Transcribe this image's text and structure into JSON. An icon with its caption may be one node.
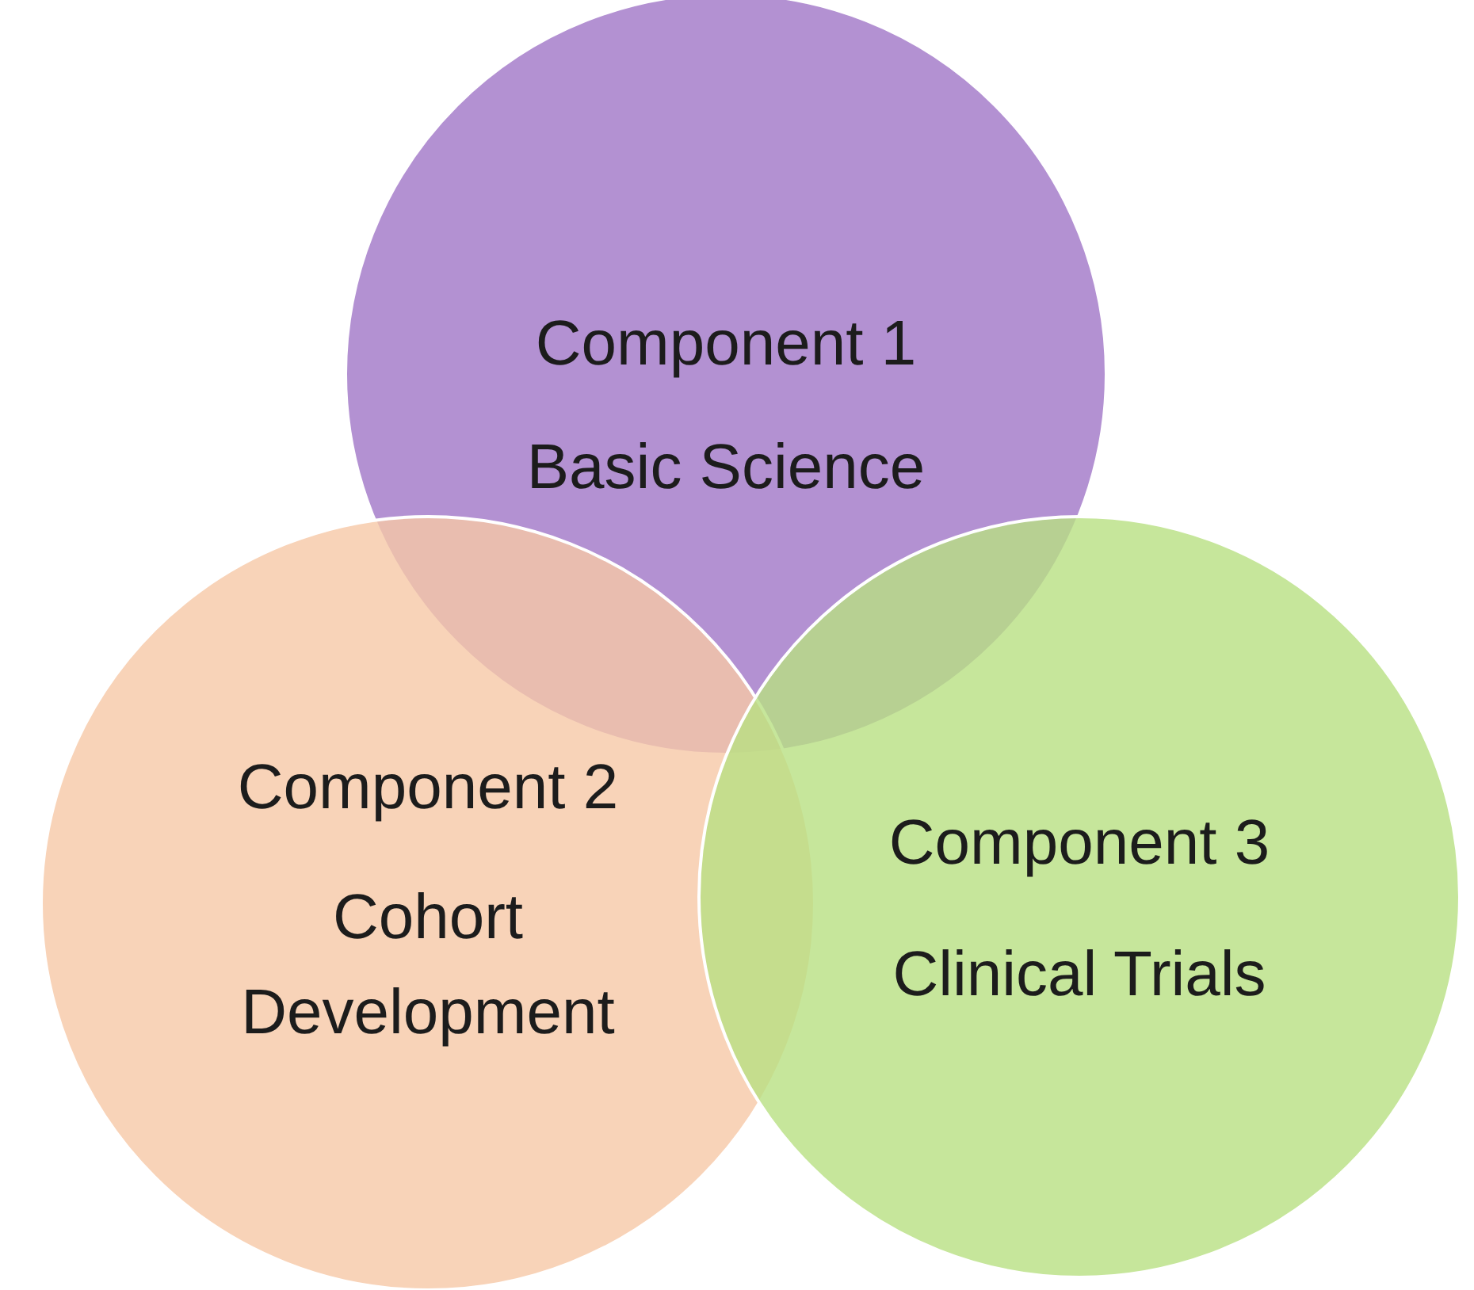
{
  "diagram": {
    "nodes": [
      {
        "text": [
          "Component 1",
          "Basic Science"
        ]
      },
      {
        "text": [
          "Component 2",
          "Cohort Development"
        ]
      },
      {
        "text": [
          "Component 3",
          "Clinical Trials"
        ]
      }
    ]
  }
}
